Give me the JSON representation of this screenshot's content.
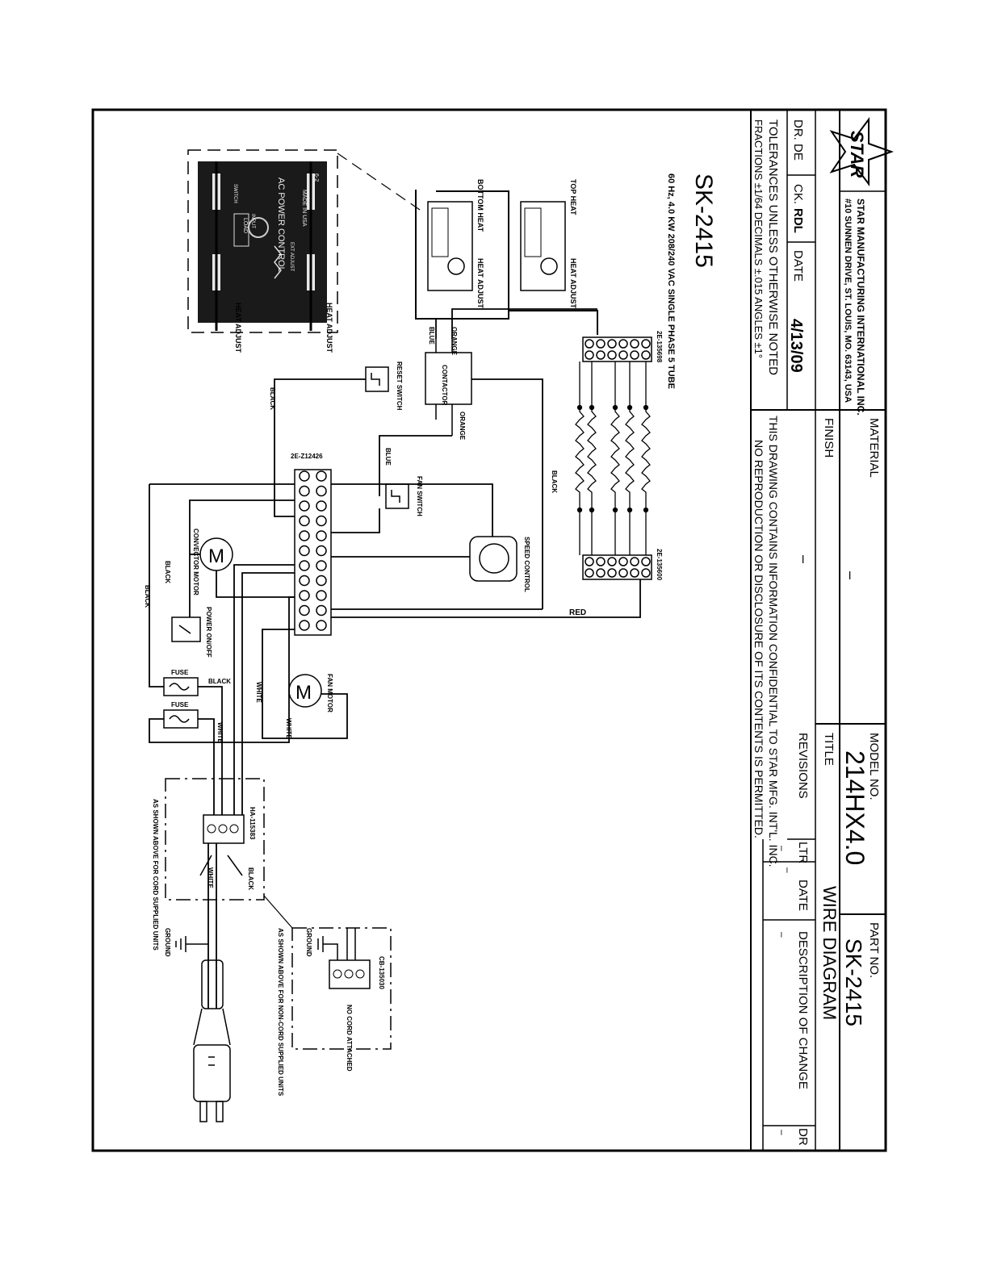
{
  "company": {
    "name": "STAR MANUFACTURING INTERNATIONAL INC.",
    "address": "#10 SUNNEN DRIVE, ST. LOUIS, MO. 63143, USA",
    "logo_text": "STAR"
  },
  "title_block": {
    "material_label": "MATERIAL",
    "material_value": "–",
    "finish_label": "FINISH",
    "finish_value": "–",
    "model_label": "MODEL NO.",
    "model_value": "214HX4.0",
    "part_label": "PART NO.",
    "part_value": "SK-2415",
    "title_label": "TITLE",
    "title_value": "WIRE DIAGRAM",
    "drawn": "DR. DE",
    "checked_label": "CK.",
    "checked_value": "RDL",
    "date_label": "DATE",
    "date_value": "4/13/09",
    "revisions": "REVISIONS",
    "col_ltr": "LTR",
    "col_date": "DATE",
    "col_desc": "DESCRIPTION OF CHANGE",
    "col_dr": "DR",
    "rev_ltr": "–",
    "rev_date": "–",
    "rev_desc": "–",
    "rev_dr": "–",
    "tolerance_1": "TOLERANCES UNLESS OTHERWISE NOTED",
    "tolerance_2": "FRACTIONS ±1/64  DECIMALS ±.015  ANGLES ±1°",
    "confidential_1": "THIS DRAWING CONTAINS INFORMATION CONFIDENTIAL TO STAR MFG. INT'L. INC.",
    "confidential_2": "NO REPRODUCTION OR DISCLOSURE OF ITS CONTENTS IS PERMITTED."
  },
  "diagram": {
    "sheet_title": "SK-2415",
    "spec": "60 Hz, 4.0 KW  208/240 VAC  SINGLE PHASE 5 TUBE",
    "top_heat": "TOP HEAT",
    "bottom_heat": "BOTTOM HEAT",
    "heat_adjust": "HEAT ADJUST",
    "terminal_a": "2E-135698",
    "terminal_b": "2E-135600",
    "terminal_main": "2E-Z12426",
    "contactor": "CONTACTOR",
    "reset_switch": "RESET SWITCH",
    "fan_switch": "FAN SWITCH",
    "speed_control": "SPEED CONTROL",
    "convector_motor": "CONVECTOR MOTOR",
    "fan_motor": "FAN MOTOR",
    "power_switch": "POWER ON/OFF",
    "fuse": "FUSE",
    "cord_block": "HA-115383",
    "noncord_block": "CB-135030",
    "cord_note": "AS SHOWN ABOVE FOR CORD SUPPLIED UNITS",
    "noncord_note": "AS SHOWN ABOVE FOR NON-CORD SUPPLIED UNITS",
    "no_cord": "NO CORD ATTACHED",
    "ground": "GROUND",
    "wire_black": "BLACK",
    "wire_white": "WHITE",
    "wire_blue": "BLUE",
    "wire_orange": "ORANGE",
    "wire_red": "RED",
    "inset_title": "AC POWER CONTROL",
    "inset_made": "MADE IN USA",
    "inset_switch": "SWITCH",
    "inset_input": "INPUT",
    "inset_load": "LOAD",
    "inset_ext": "EXT ADJUST",
    "inset_model": "6-2"
  }
}
